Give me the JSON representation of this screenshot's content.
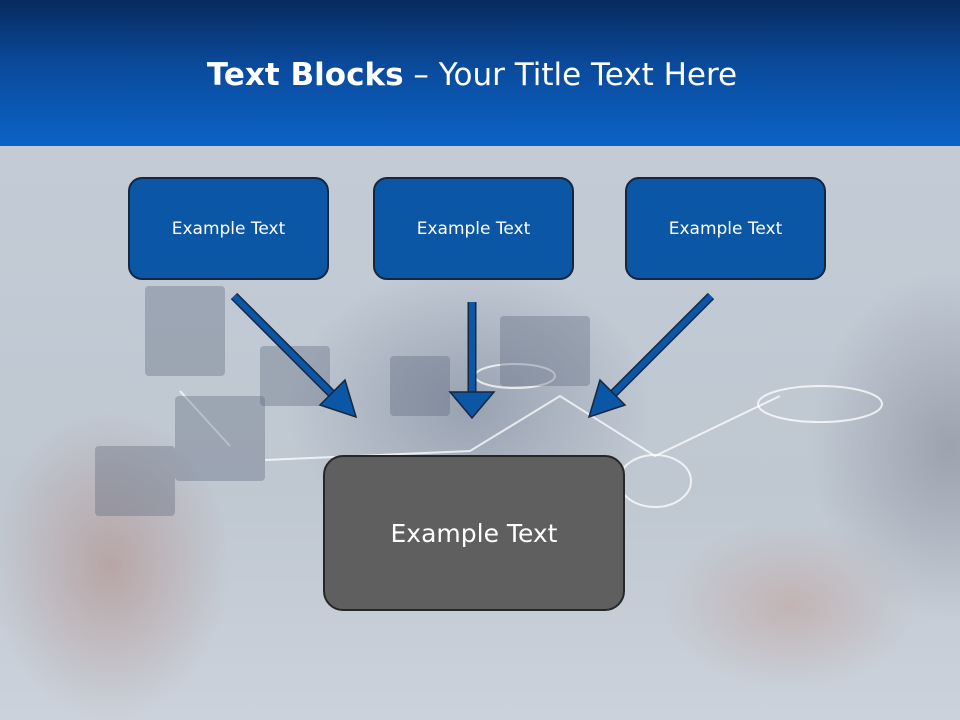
{
  "slide": {
    "title_bold": "Text Blocks",
    "title_rest": " – Your Title Text Here"
  },
  "blocks": [
    {
      "label": "Example Text"
    },
    {
      "label": "Example Text"
    },
    {
      "label": "Example Text"
    }
  ],
  "target_block": {
    "label": "Example Text"
  },
  "icons": {
    "arrow": "arrow-down-icon"
  },
  "colors": {
    "header_blue": "#0b5ab8",
    "block_blue": "#0c56a6",
    "target_gray": "#5f5f5f",
    "arrow_blue": "#0c56a6"
  }
}
